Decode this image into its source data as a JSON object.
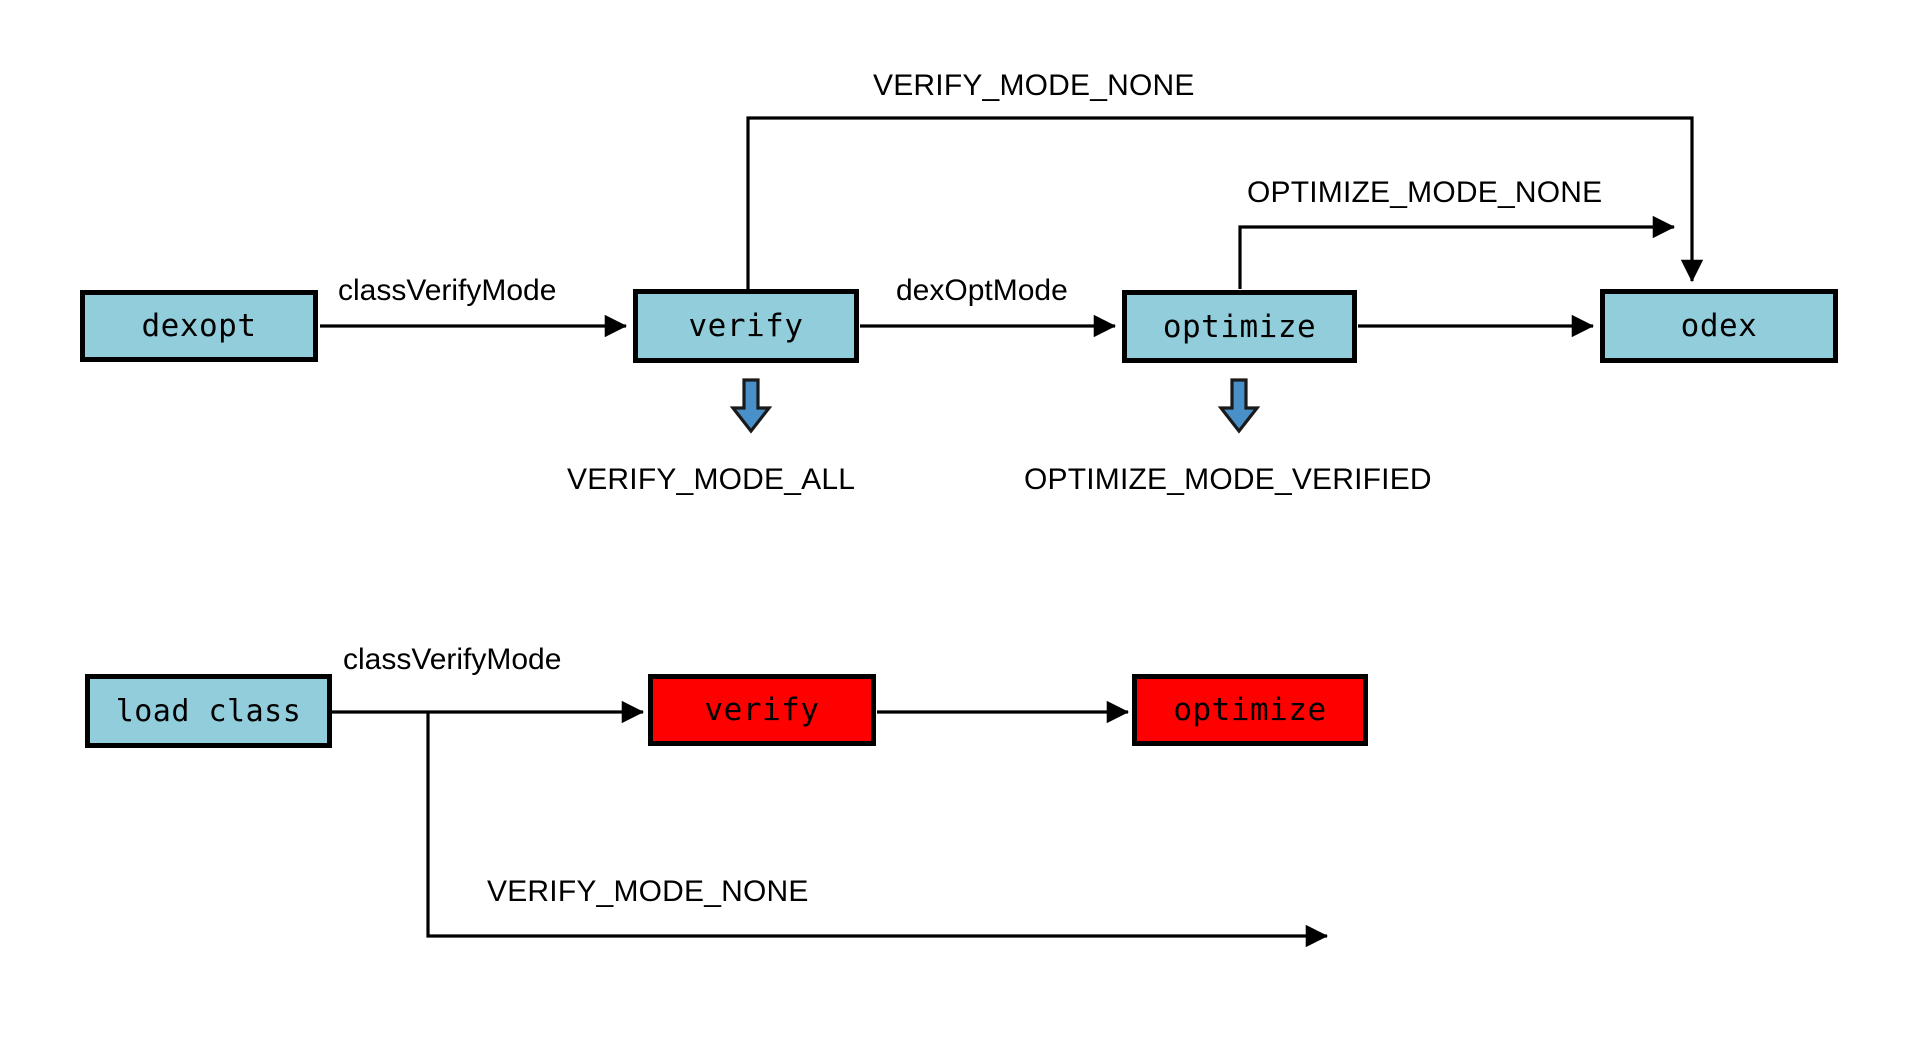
{
  "diagram": {
    "title": "dexopt verify/optimize mode flow",
    "colors": {
      "node_blue": "#92CDDC",
      "node_red": "#FF0000",
      "stroke": "#000000",
      "block_arrow_fill": "#4A90C8",
      "background": "#FFFFFF"
    },
    "top_flow": {
      "nodes": [
        {
          "id": "dexopt",
          "label": "dexopt",
          "color": "blue"
        },
        {
          "id": "verify",
          "label": "verify",
          "color": "blue"
        },
        {
          "id": "optimize",
          "label": "optimize",
          "color": "blue"
        },
        {
          "id": "odex",
          "label": "odex",
          "color": "blue"
        }
      ],
      "edge_labels": [
        {
          "id": "classVerifyMode",
          "text": "classVerifyMode",
          "style": "camel"
        },
        {
          "id": "dexOptMode",
          "text": "dexOptMode",
          "style": "camel"
        },
        {
          "id": "verifyModeNone",
          "text": "VERIFY_MODE_NONE",
          "style": "mode"
        },
        {
          "id": "optimizeModeNone",
          "text": "OPTIMIZE_MODE_NONE",
          "style": "mode"
        }
      ],
      "branch_labels": [
        {
          "id": "verifyModeAll",
          "text": "VERIFY_MODE_ALL",
          "style": "mode"
        },
        {
          "id": "optimizeModeVerified",
          "text": "OPTIMIZE_MODE_VERIFIED",
          "style": "mode"
        }
      ]
    },
    "bottom_flow": {
      "nodes": [
        {
          "id": "loadClass",
          "label": "load class",
          "color": "blue"
        },
        {
          "id": "verifyRed",
          "label": "verify",
          "color": "red"
        },
        {
          "id": "optimizeRed",
          "label": "optimize",
          "color": "red"
        }
      ],
      "edge_labels": [
        {
          "id": "classVerifyMode2",
          "text": "classVerifyMode",
          "style": "camel"
        },
        {
          "id": "verifyModeNone2",
          "text": "VERIFY_MODE_NONE",
          "style": "mode"
        }
      ]
    }
  }
}
